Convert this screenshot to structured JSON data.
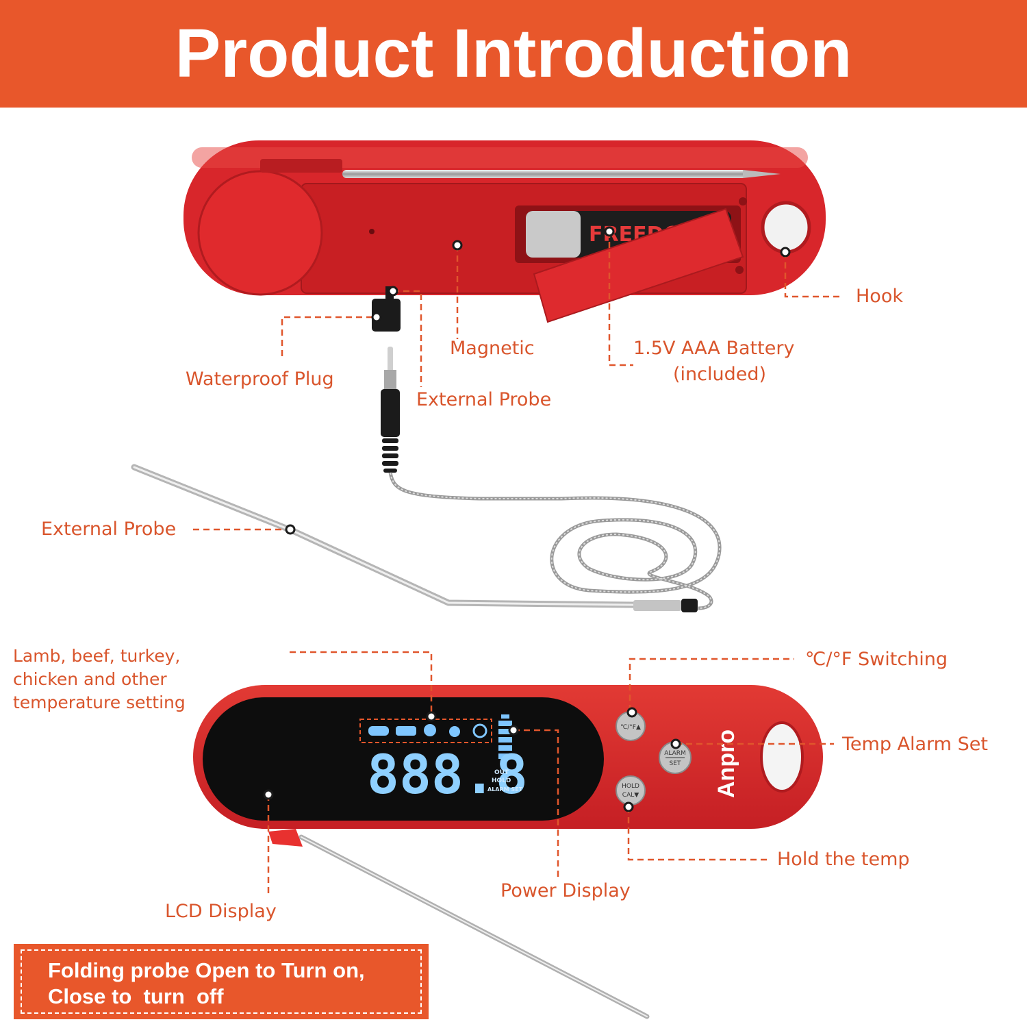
{
  "banner": {
    "title": "Product Introduction",
    "color": "#e8572b"
  },
  "labels": {
    "hook": "Hook",
    "magnetic": "Magnetic",
    "battery_line1": "1.5V AAA Battery",
    "battery_line2": "(included)",
    "waterproof_plug": "Waterproof Plug",
    "external_probe_top": "External Probe",
    "external_probe_left": "External Probe",
    "temperature_setting_line1": "Lamb, beef, turkey,",
    "temperature_setting_line2": "chicken and other",
    "temperature_setting_line3": "temperature setting",
    "unit_switching": "℃/°F Switching",
    "temp_alarm_set": "Temp Alarm Set",
    "hold_the_temp": "Hold the temp",
    "power_display": "Power Display",
    "lcd_display": "LCD Display"
  },
  "device": {
    "brand": "Anpro",
    "lcd_digits": "888.8",
    "lcd_out": "OUT",
    "lcd_hold": "HOLD",
    "lcd_alarm_set": "ALARM SET",
    "button_unit": "℃/°F▲",
    "button_alarm_top": "ALARM",
    "button_alarm_bottom": "SET",
    "button_hold_top": "HOLD",
    "button_hold_bottom": "CAL▼",
    "battery_print": "FREEDO"
  },
  "notice": {
    "line1": "Folding probe Open to Turn on,",
    "line2": "Close to  turn  off"
  },
  "colors": {
    "accent": "#d9552c",
    "body_red": "#d8262b",
    "lcd_blue": "#8fd0ff"
  }
}
